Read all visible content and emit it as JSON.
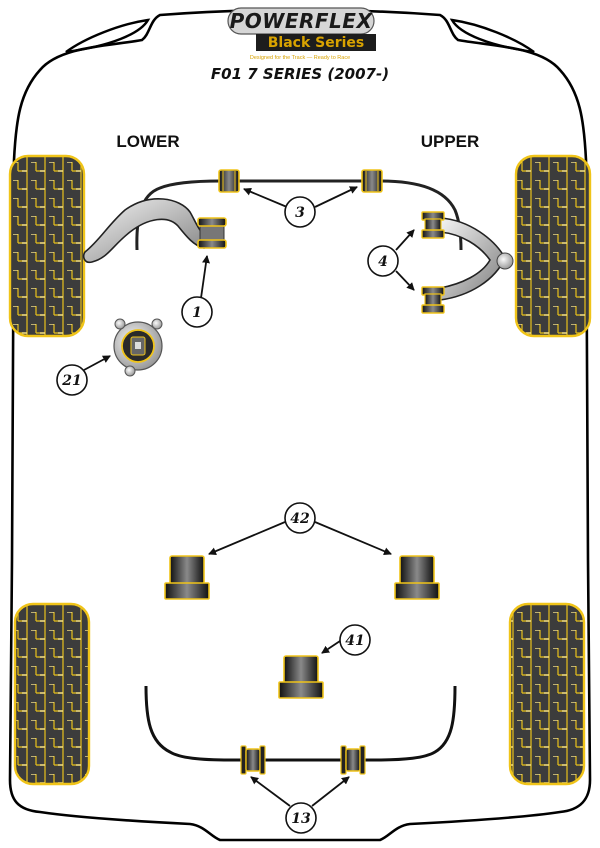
{
  "header": {
    "brand": "POWERFLEX",
    "brand_series": "Black Series",
    "tagline": "Designed for the Track — Ready to Race",
    "model_title": "F01 7 SERIES (2007-)"
  },
  "sections": {
    "lower_label": "LOWER",
    "upper_label": "UPPER"
  },
  "colors": {
    "accent_yellow": "#f0c419",
    "bush_dark": "#2b2b2b",
    "tyre_fill": "#3c3c3c",
    "outline": "#000000"
  },
  "callouts": [
    {
      "id": "callout-1",
      "number": "1",
      "part": "lower-arm-bush"
    },
    {
      "id": "callout-3",
      "number": "3",
      "part": "front-anti-roll-bar-bush"
    },
    {
      "id": "callout-4",
      "number": "4",
      "part": "upper-arm-bush"
    },
    {
      "id": "callout-21",
      "number": "21",
      "part": "strut-top-mount"
    },
    {
      "id": "callout-42",
      "number": "42",
      "part": "rear-mount-bush"
    },
    {
      "id": "callout-41",
      "number": "41",
      "part": "center-mount-bush"
    },
    {
      "id": "callout-13",
      "number": "13",
      "part": "rear-anti-roll-bar-bush"
    }
  ]
}
